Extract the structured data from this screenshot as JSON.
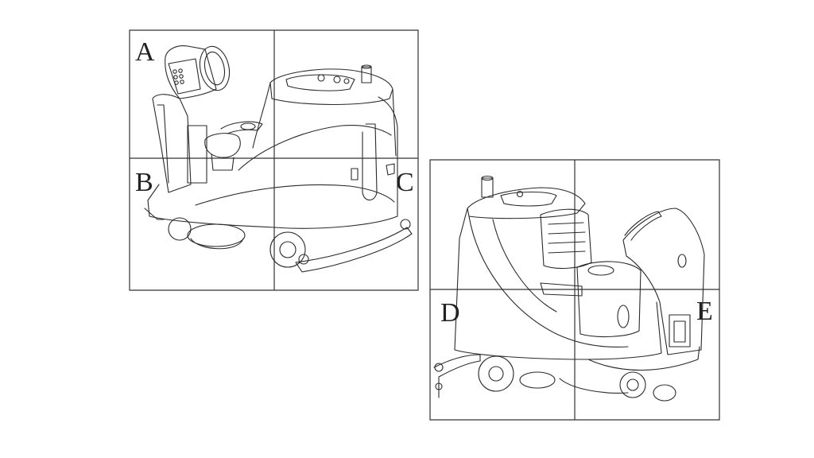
{
  "labels": {
    "a": "A",
    "b": "B",
    "c": "C",
    "d": "D",
    "e": "E"
  },
  "colors": {
    "line": "#2a2a2a",
    "grid": "#333333",
    "background": "#ffffff"
  }
}
